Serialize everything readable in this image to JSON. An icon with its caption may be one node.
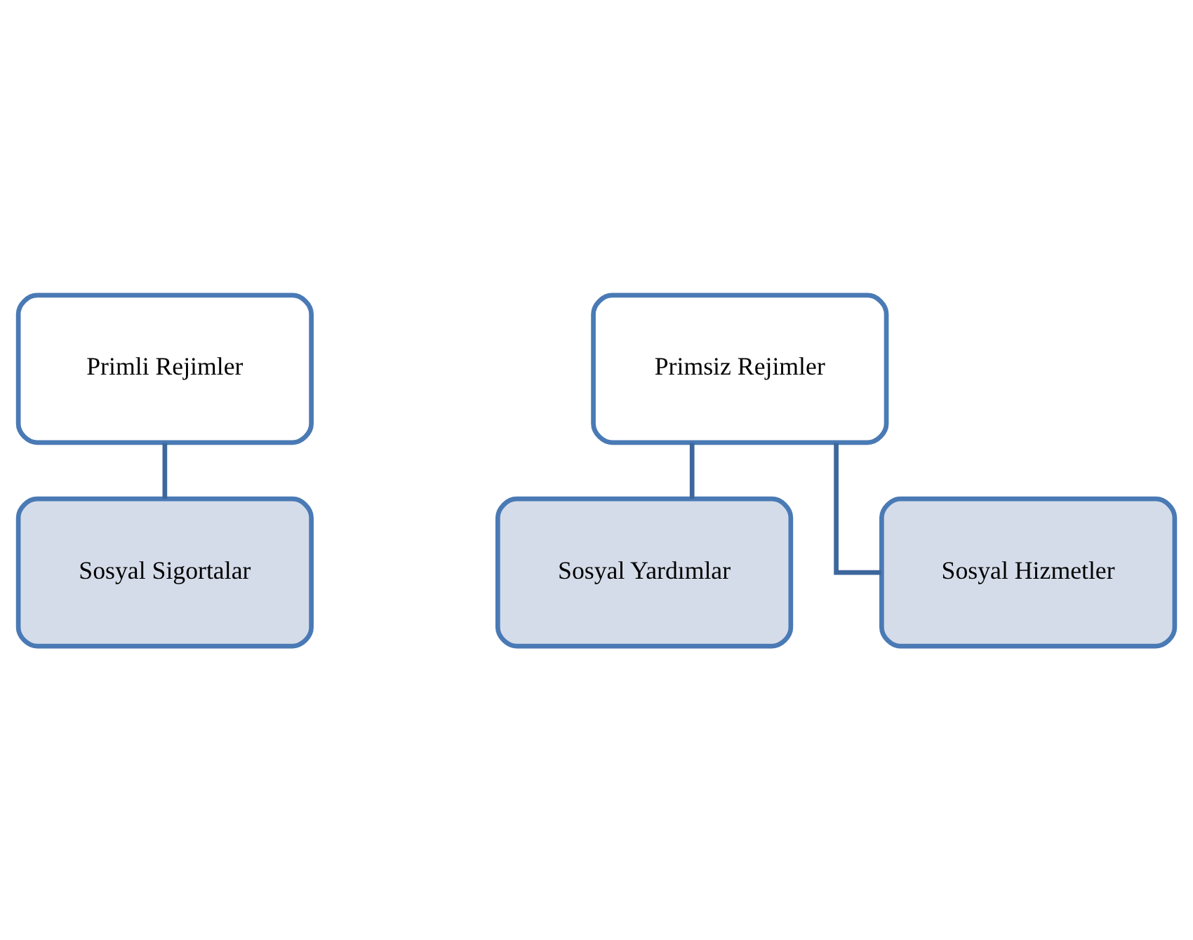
{
  "diagram": {
    "nodes": [
      {
        "text": [
          "Primli Rejimler"
        ]
      },
      {
        "text": [
          "Sosyal Sigortalar"
        ]
      },
      {
        "text": [
          "Primsiz Rejimler"
        ]
      },
      {
        "text": [
          "Sosyal Yardımlar"
        ]
      },
      {
        "text": [
          "Sosyal Hizmetler"
        ]
      }
    ],
    "edges": [
      {
        "from": 0,
        "to": 1,
        "arrow": "none"
      },
      {
        "from": 2,
        "to": 3,
        "arrow": "none"
      },
      {
        "from": 2,
        "to": 4,
        "arrow": "none"
      }
    ]
  }
}
